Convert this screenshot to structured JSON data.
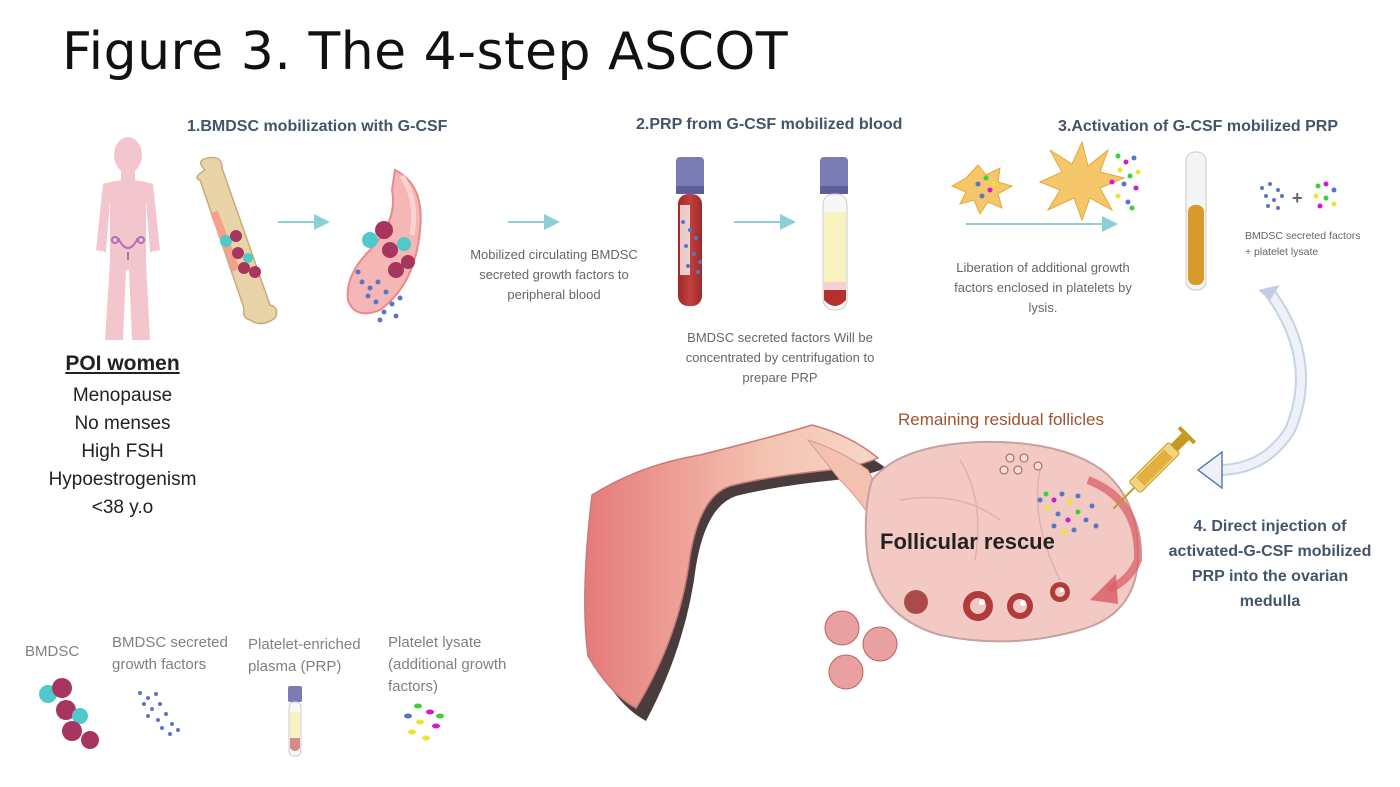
{
  "title": "Figure 3. The 4-step ASCOT",
  "steps": {
    "step1": "1.BMDSC mobilization with G-CSF",
    "step2": "2.PRP from G-CSF mobilized blood",
    "step3": "3.Activation of G-CSF mobilized PRP",
    "step4": [
      "4. Direct injection of",
      "activated-G-CSF mobilized",
      "PRP into the ovarian",
      "medulla"
    ]
  },
  "notes": {
    "mobilized": [
      "Mobilized circulating BMDSC",
      "secreted growth factors to",
      "peripheral blood"
    ],
    "centrifugation": [
      "BMDSC secreted factors Will be",
      "concentrated by centrifugation to",
      "prepare PRP"
    ],
    "liberation": [
      "Liberation of additional growth",
      "factors enclosed in platelets by",
      "lysis."
    ],
    "lysate_mix": [
      "BMDSC secreted factors",
      "+ platelet lysate"
    ]
  },
  "poi": {
    "title": "POI women",
    "items": [
      "Menopause",
      "No menses",
      "High FSH",
      "Hypoestrogenism",
      "<38 y.o"
    ]
  },
  "ovary": {
    "residual_label": "Remaining residual follicles",
    "rescue_label": "Follicular rescue"
  },
  "legend": {
    "bmdsc": [
      "BMDSC"
    ],
    "factors": [
      "BMDSC secreted",
      "growth factors"
    ],
    "prp": [
      "Platelet-enriched",
      "plasma (PRP)"
    ],
    "lysate": [
      "Platelet lysate",
      "(additional growth",
      "factors)"
    ]
  },
  "colors": {
    "step_heading": "#44546a",
    "arrow": "#8ecfd6",
    "blood": "#b5302f",
    "cap": "#7b7bb5",
    "cell_magenta": "#a8355f",
    "cell_cyan": "#4fc9c9",
    "ovary": "#f3c9c4",
    "residual_label": "#a0522d"
  }
}
